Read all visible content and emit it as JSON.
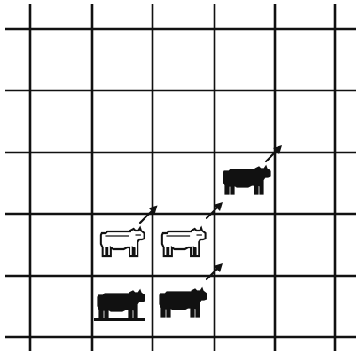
{
  "diagram": {
    "grid": {
      "rows": 6,
      "cols": 6
    },
    "colors": {
      "ink": "#111111",
      "paper": "#ffffff"
    },
    "animals": [
      {
        "id": "cow-solid-upper",
        "icon": "solid-cow-icon",
        "fill": "solid",
        "row": 2,
        "col": 3
      },
      {
        "id": "cow-outline-left",
        "icon": "outline-cow-icon",
        "fill": "outline",
        "row": 3,
        "col": 1
      },
      {
        "id": "cow-outline-middle",
        "icon": "outline-cow-icon",
        "fill": "outline",
        "row": 3,
        "col": 2
      },
      {
        "id": "cow-solid-left-on-ground",
        "icon": "solid-cow-with-ground-icon",
        "fill": "solid",
        "row": 4,
        "col": 1
      },
      {
        "id": "cow-solid-right",
        "icon": "solid-cow-icon",
        "fill": "solid",
        "row": 4,
        "col": 2
      }
    ],
    "arrows": [
      {
        "id": "arrow-top-right",
        "icon": "diagonal-arrow-up-right-icon",
        "row": 2,
        "col": 4
      },
      {
        "id": "arrow-outline-left",
        "icon": "diagonal-arrow-up-right-icon",
        "row": 3,
        "col": 2
      },
      {
        "id": "arrow-outline-middle",
        "icon": "diagonal-arrow-up-right-icon",
        "row": 3,
        "col": 3
      },
      {
        "id": "arrow-solid-right",
        "icon": "diagonal-arrow-up-right-icon",
        "row": 4,
        "col": 3
      }
    ]
  }
}
